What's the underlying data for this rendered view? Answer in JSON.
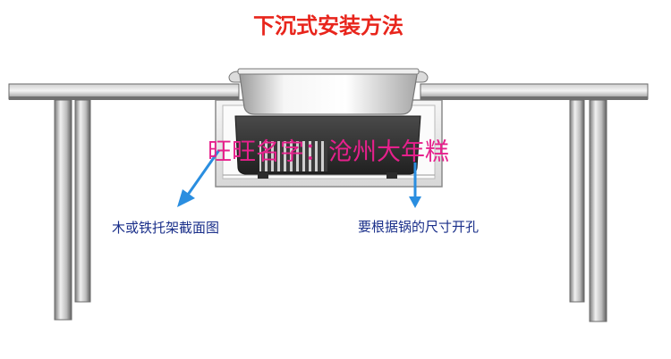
{
  "diagram": {
    "title": "下沉式安装方法",
    "callouts": {
      "left": "木或铁托架截面图",
      "right": "要根据锅的尺寸开孔"
    },
    "watermark": "旺旺名字：沧州大年糕"
  },
  "colors": {
    "title": "#e8251c",
    "callout_text": "#1a2f8a",
    "arrow": "#2a8ee0",
    "watermark": "#e6208c",
    "steel_light": "#e9e9e9",
    "steel_dark": "#5a5a5a",
    "cooker_body": "#353535"
  }
}
